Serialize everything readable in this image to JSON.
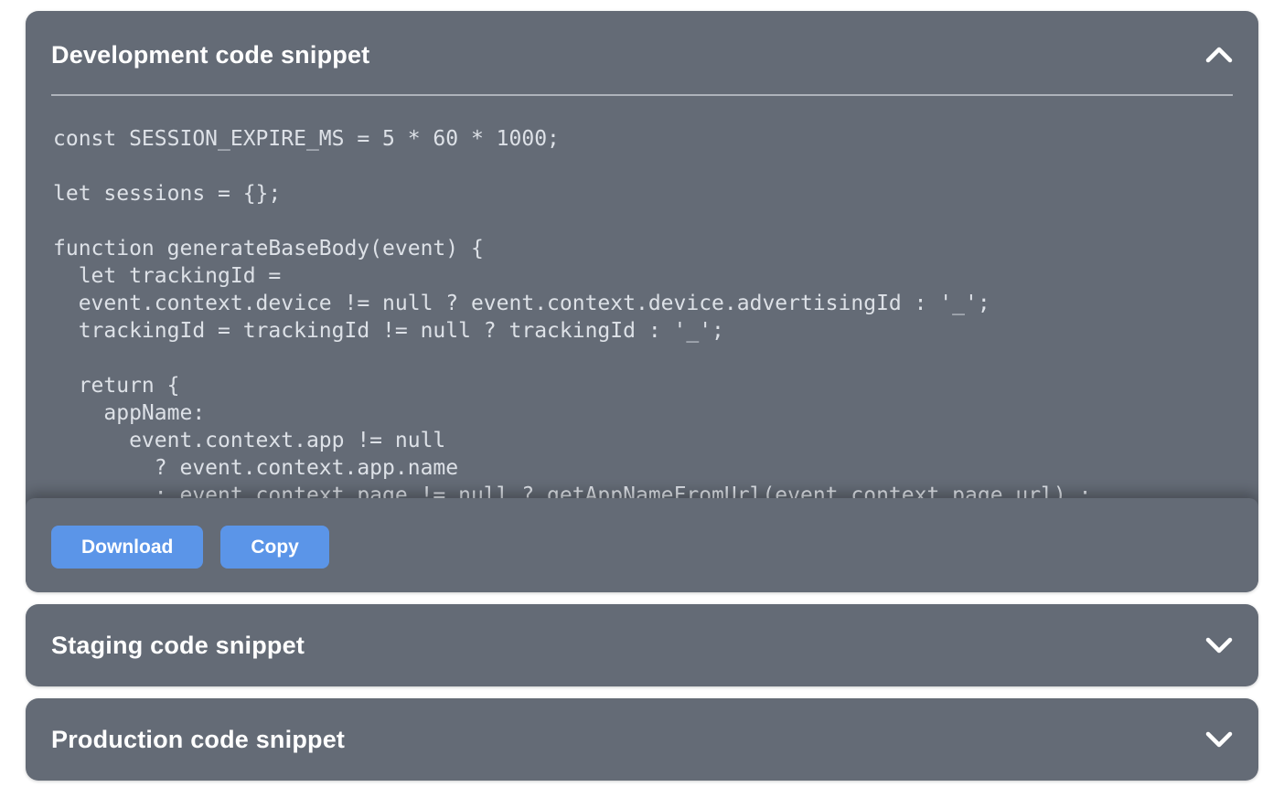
{
  "accordion": {
    "development": {
      "title": "Development code snippet",
      "state": "expanded",
      "chevron_icon": "chevron-up-icon",
      "code": "const SESSION_EXPIRE_MS = 5 * 60 * 1000;\n\nlet sessions = {};\n\nfunction generateBaseBody(event) {\n  let trackingId =\n  event.context.device != null ? event.context.device.advertisingId : '_';\n  trackingId = trackingId != null ? trackingId : '_';\n\n  return {\n    appName:\n      event.context.app != null\n        ? event.context.app.name\n        : event.context.page != null ? getAppNameFromUrl(event.context.page.url) :",
      "buttons": {
        "download": "Download",
        "copy": "Copy"
      }
    },
    "staging": {
      "title": "Staging code snippet",
      "state": "collapsed",
      "chevron_icon": "chevron-down-icon"
    },
    "production": {
      "title": "Production code snippet",
      "state": "collapsed",
      "chevron_icon": "chevron-down-icon"
    }
  },
  "colors": {
    "page_background": "#ffffff",
    "card_background": "#646b76",
    "accent_blue": "#5b95e8",
    "title_text": "#ffffff",
    "code_text": "#dde1e7",
    "divider": "#aeb3bb"
  }
}
